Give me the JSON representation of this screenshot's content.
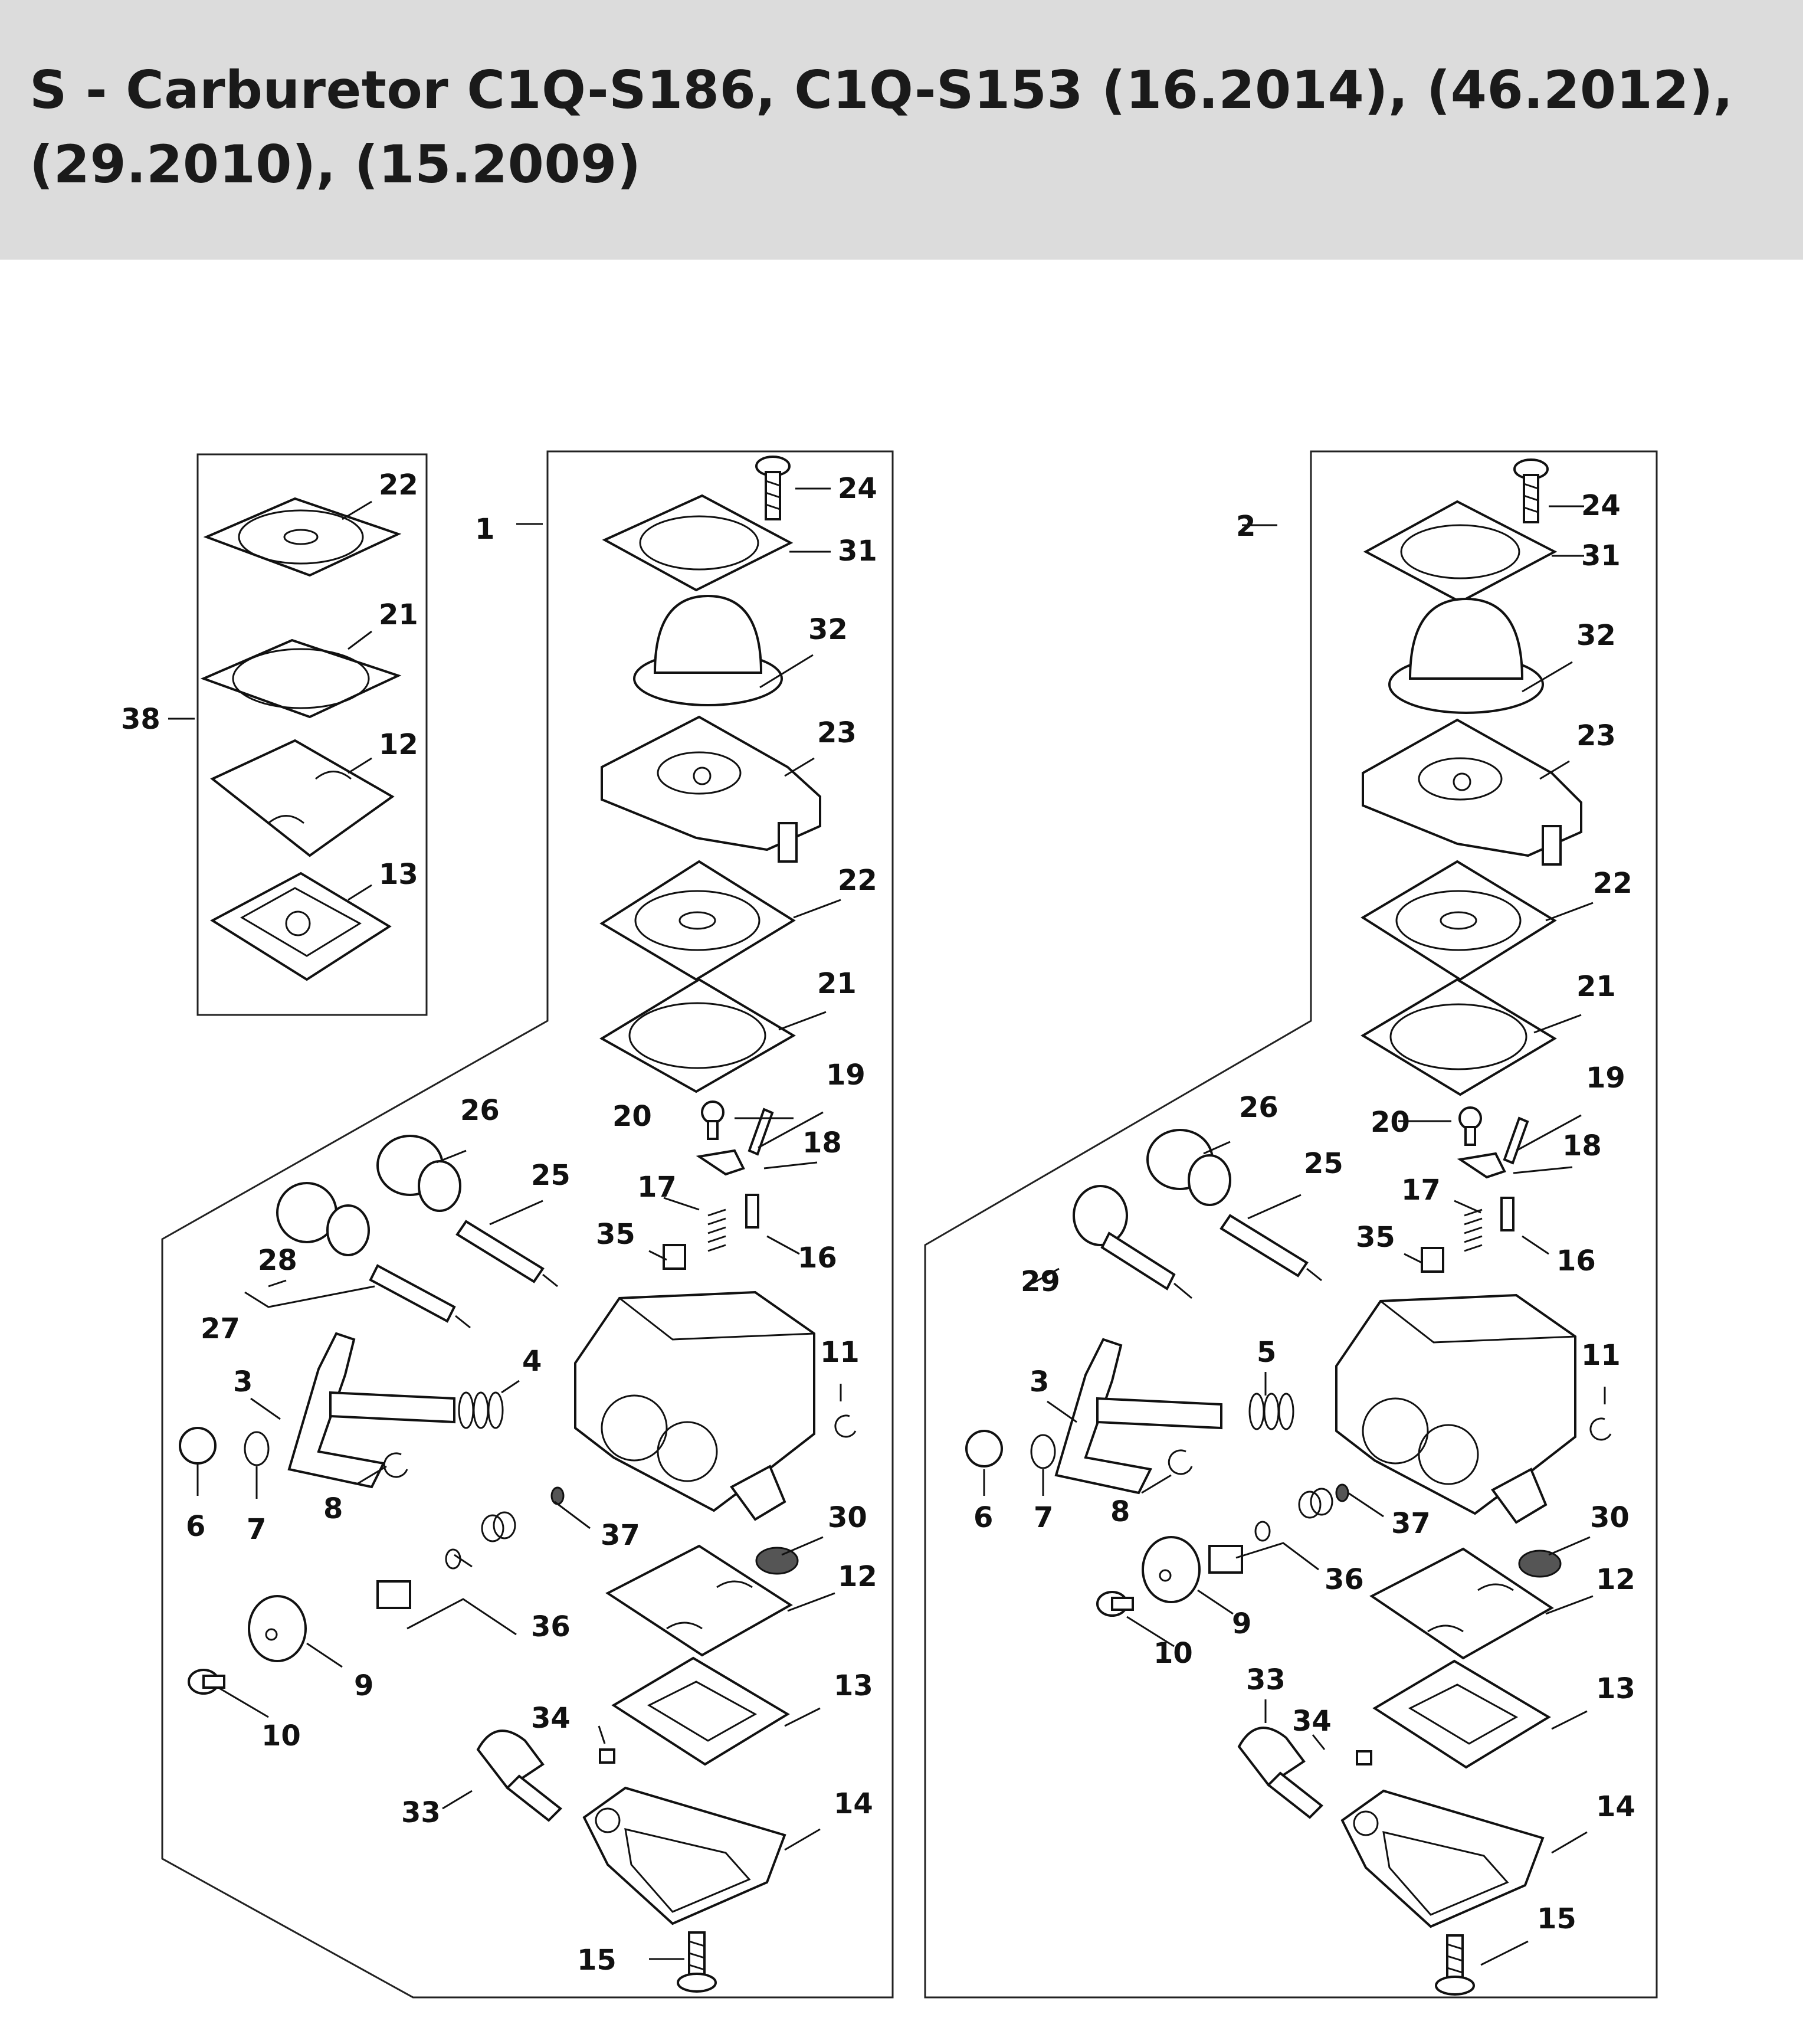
{
  "page": {
    "title": "S - Carburetor C1Q-S186, C1Q-S153 (16.2014), (46.2012), (29.2010), (15.2009)"
  },
  "diagram": {
    "type": "exploded parts diagram",
    "assemblies": [
      {
        "id": "left",
        "label": "1",
        "callouts": [
          "22",
          "21",
          "12",
          "13",
          "38",
          "24",
          "31",
          "32",
          "23",
          "22",
          "21",
          "19",
          "20",
          "18",
          "26",
          "25",
          "17",
          "35",
          "16",
          "28",
          "27",
          "11",
          "3",
          "4",
          "6",
          "7",
          "8",
          "30",
          "37",
          "12",
          "36",
          "9",
          "10",
          "13",
          "34",
          "33",
          "14",
          "15"
        ]
      },
      {
        "id": "right",
        "label": "2",
        "callouts": [
          "24",
          "31",
          "32",
          "23",
          "22",
          "21",
          "19",
          "20",
          "18",
          "26",
          "25",
          "17",
          "35",
          "16",
          "29",
          "11",
          "5",
          "3",
          "6",
          "7",
          "8",
          "37",
          "30",
          "36",
          "12",
          "9",
          "10",
          "33",
          "34",
          "13",
          "14",
          "15"
        ]
      }
    ]
  }
}
